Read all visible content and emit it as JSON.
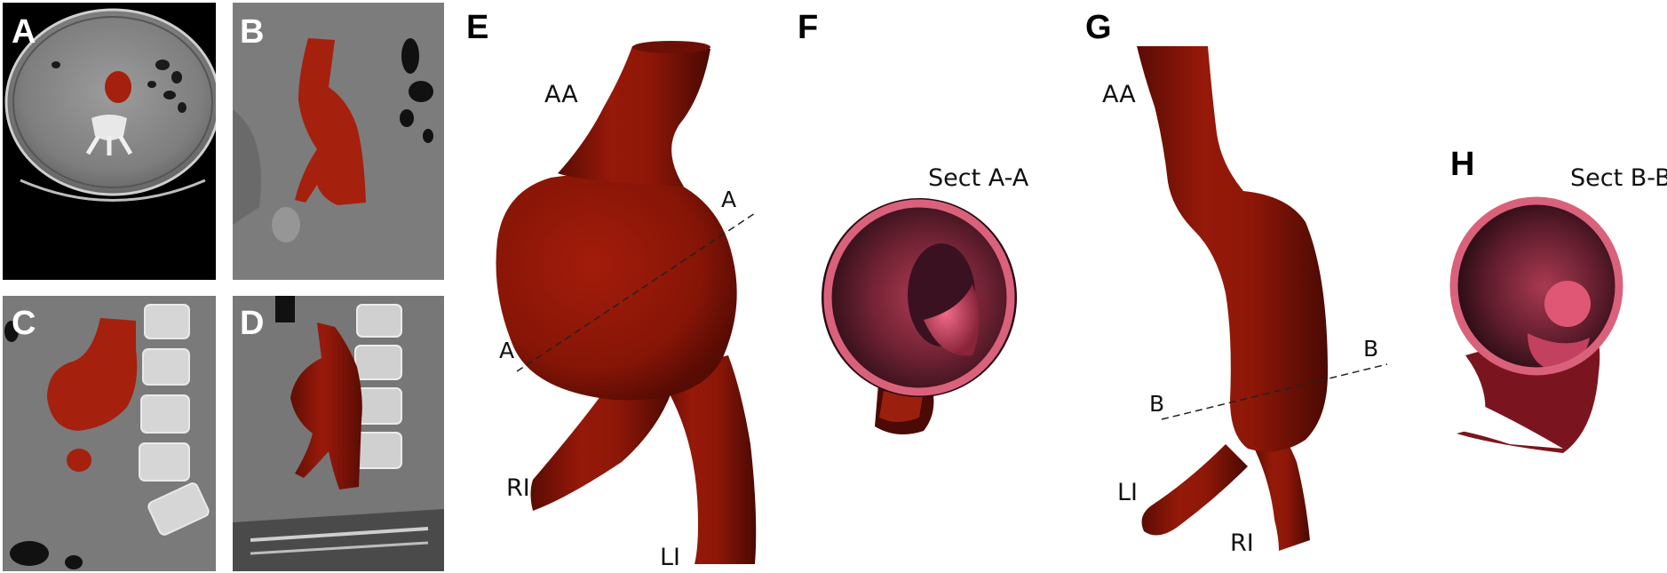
{
  "panels": {
    "A": "A",
    "B": "B",
    "C": "C",
    "D": "D",
    "E": "E",
    "F": "F",
    "G": "G",
    "H": "H"
  },
  "labels": {
    "aa": "AA",
    "ri": "RI",
    "li": "LI",
    "section_mark_a": "A",
    "section_mark_b": "B",
    "sect_a": "Sect A-A",
    "sect_b": "Sect B-B"
  },
  "colors": {
    "aneurysm_red": "#8e1708",
    "segmentation_red": "#a5200d",
    "lumen_rim_pink": "#d9627a",
    "ct_gray": "#7a7a7a",
    "background": "#ffffff"
  }
}
